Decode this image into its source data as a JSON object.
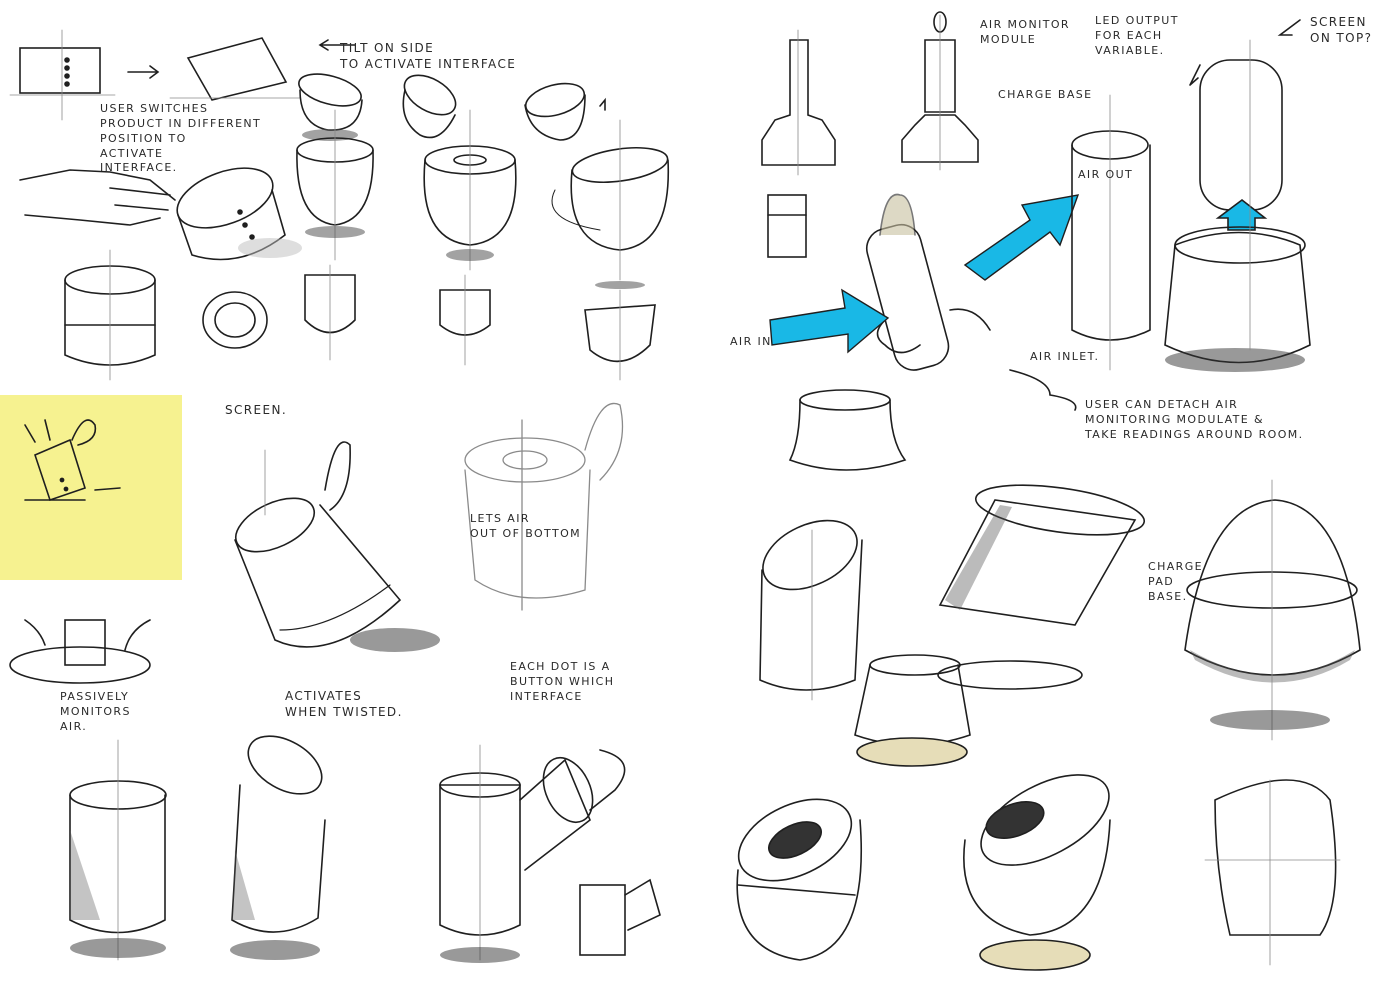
{
  "colors": {
    "paper": "#ffffff",
    "ink": "#1f1f1f",
    "pencil": "#8a8a8a",
    "sticky_note": "#f6f290",
    "arrow_cyan": "#19b8e6",
    "base_tan": "#e6ddb8"
  },
  "annotations": {
    "tilt": "TILT ON SIDE\nTO ACTIVATE INTERFACE",
    "switches": "USER SWITCHES\nPRODUCT IN DIFFERENT\nPOSITION TO\nACTIVATE\nINTERFACE.",
    "screen_left": "SCREEN.",
    "lets_air": "LETS AIR\nOUT OF BOTTOM",
    "passively": "PASSIVELY\nMONITORS\nAIR.",
    "activates": "ACTIVATES\nWHEN TWISTED.",
    "each_dot": "EACH DOT IS A\nBUTTON WHICH\nINTERFACE",
    "air_monitor": "AIR MONITOR\nMODULE",
    "charge_base": "CHARGE BASE",
    "led_output": "LED OUTPUT\nFOR EACH\nVARIABLE.",
    "screen_top": "SCREEN\nON TOP?",
    "air_out": "AIR OUT",
    "air_in": "AIR IN",
    "air_inlet": "AIR INLET.",
    "detach": "USER CAN DETACH AIR\nMONITORING MODULATE &\nTAKE READINGS AROUND ROOM.",
    "charge_pad": "CHARGE\nPAD\nBASE."
  }
}
